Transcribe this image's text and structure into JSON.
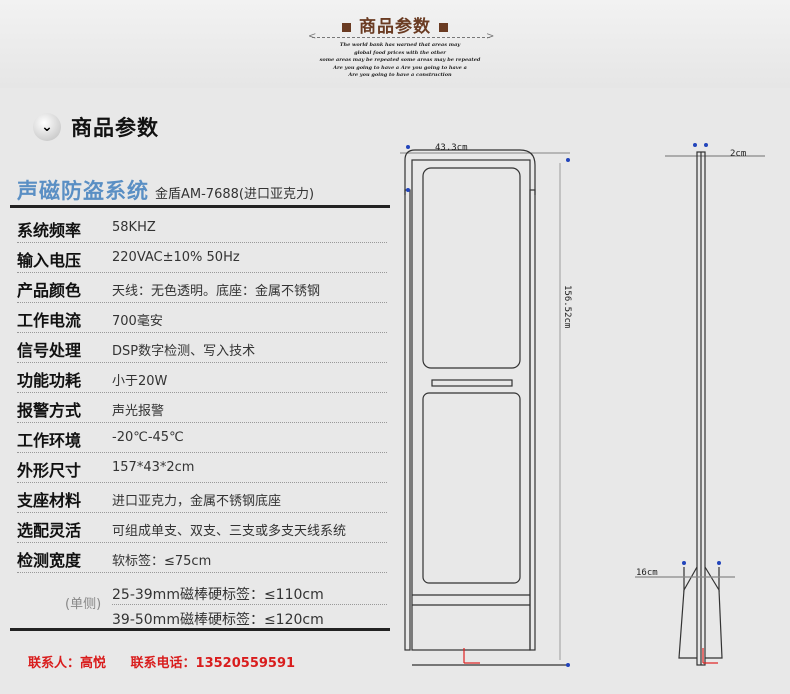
{
  "banner": {
    "title": "商品参数",
    "subtitle_lines": [
      "The world bank has warned that areas may",
      "global food prices with the other",
      "some areas may be repeated some areas may be repeated",
      "Are you going to have a Are you going to have a",
      "Are you going to have a construction"
    ]
  },
  "section_title": "商品参数",
  "product": {
    "name": "声磁防盗系统",
    "model": "金盾AM-7688(进口亚克力)"
  },
  "specs": [
    {
      "label": "系统频率",
      "value": "58KHZ"
    },
    {
      "label": "输入电压",
      "value": "220VAC±10% 50Hz"
    },
    {
      "label": "产品颜色",
      "value": "天线：无色透明。底座：金属不锈钢"
    },
    {
      "label": "工作电流",
      "value": "700毫安"
    },
    {
      "label": "信号处理",
      "value": "DSP数字检测、写入技术"
    },
    {
      "label": "功能功耗",
      "value": "小于20W"
    },
    {
      "label": "报警方式",
      "value": "声光报警"
    },
    {
      "label": "工作环境",
      "value": "-20℃-45℃"
    },
    {
      "label": "外形尺寸",
      "value": "157*43*2cm"
    },
    {
      "label": "支座材料",
      "value": "进口亚克力，金属不锈钢底座"
    },
    {
      "label": "选配灵活",
      "value": "可组成单支、双支、三支或多支天线系统"
    },
    {
      "label": "检测宽度",
      "value": "软标签：≤75cm"
    }
  ],
  "detection_extra": {
    "side_note": "(单侧)",
    "lines": [
      "25-39mm磁棒硬标签：≤110cm",
      "39-50mm磁棒硬标签：≤120cm"
    ]
  },
  "contact": {
    "person": "联系人：高悦",
    "phone": "联系电话：13520559591"
  },
  "diagram": {
    "width_label": "43.3cm",
    "height_label": "156.52cm",
    "depth_label": "2cm",
    "base_label": "16cm"
  }
}
